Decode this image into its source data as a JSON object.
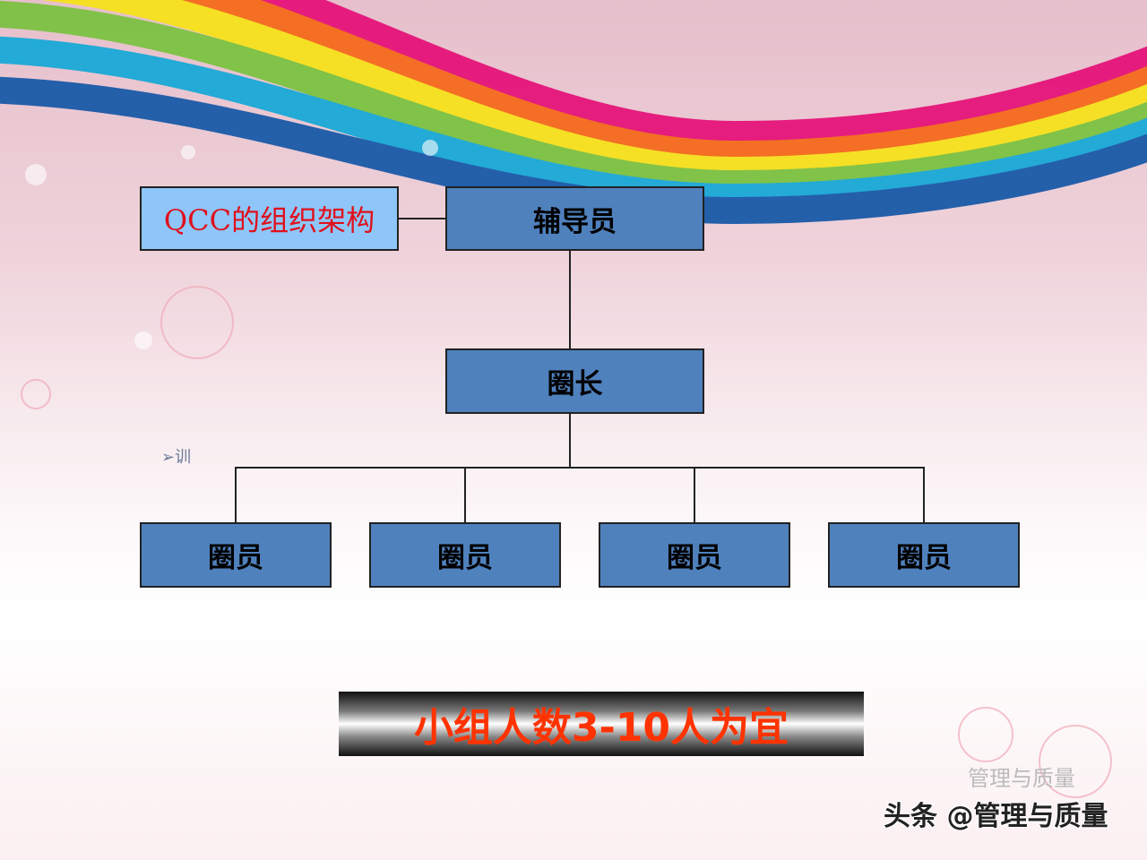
{
  "title": "QCC的组织架构",
  "nodes": {
    "advisor": "辅导员",
    "leader": "圈长",
    "members": [
      "圈员",
      "圈员",
      "圈员",
      "圈员"
    ]
  },
  "note": "➢训",
  "banner": "小组人数3-10人为宜",
  "watermark": {
    "main": "头条 @管理与质量",
    "faint": "管理与质量"
  },
  "colors": {
    "node_fill": "#4f81bd",
    "title_fill": "#8ec6fa",
    "title_text": "#e0101b",
    "banner_text": "#ff3300"
  }
}
